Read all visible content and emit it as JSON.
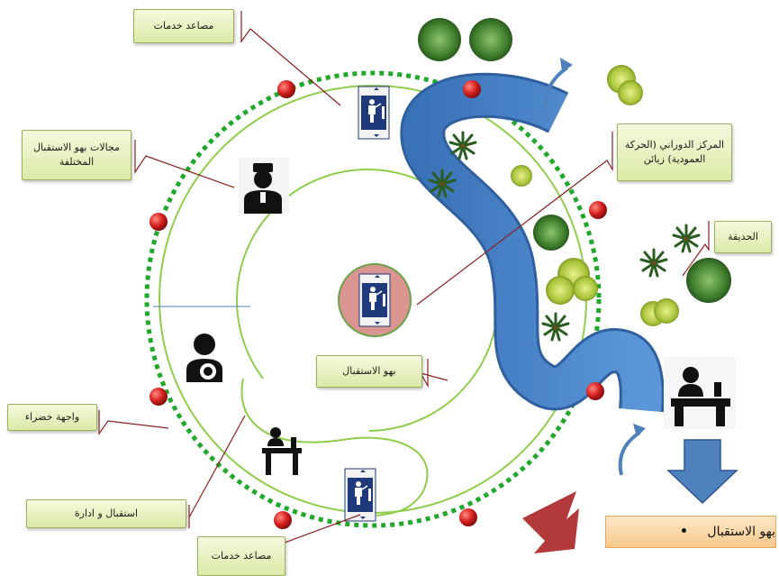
{
  "callouts": {
    "service_elevators_top": "مصاعد خدمات",
    "reception_lobbies": "مجالات بهو الاستقبال المختلفة",
    "central_core": "المركز الدوراني (الحركة العمودية) زيائن",
    "garden": "الحديقة",
    "reception_lobby": "بهو الاستقبال",
    "green_facade": "واجهة خضراء",
    "reception_admin": "استقبال و ادارة",
    "service_elevators_bottom": "مصاعد خدمات"
  },
  "entrance_label": "بهو الاستقبال",
  "icons": [
    "elevator-icon",
    "bellboy-icon",
    "manager-icon",
    "reception-desk-icon",
    "tree-icon",
    "palm-icon"
  ],
  "colors": {
    "ring_dotted": "#1fa82a",
    "ring_line": "#8fce4a",
    "river": "#4a86c8",
    "node": "#d6201f",
    "arrow_blue": "#4f81bd",
    "arrow_red": "#b23a3a"
  }
}
